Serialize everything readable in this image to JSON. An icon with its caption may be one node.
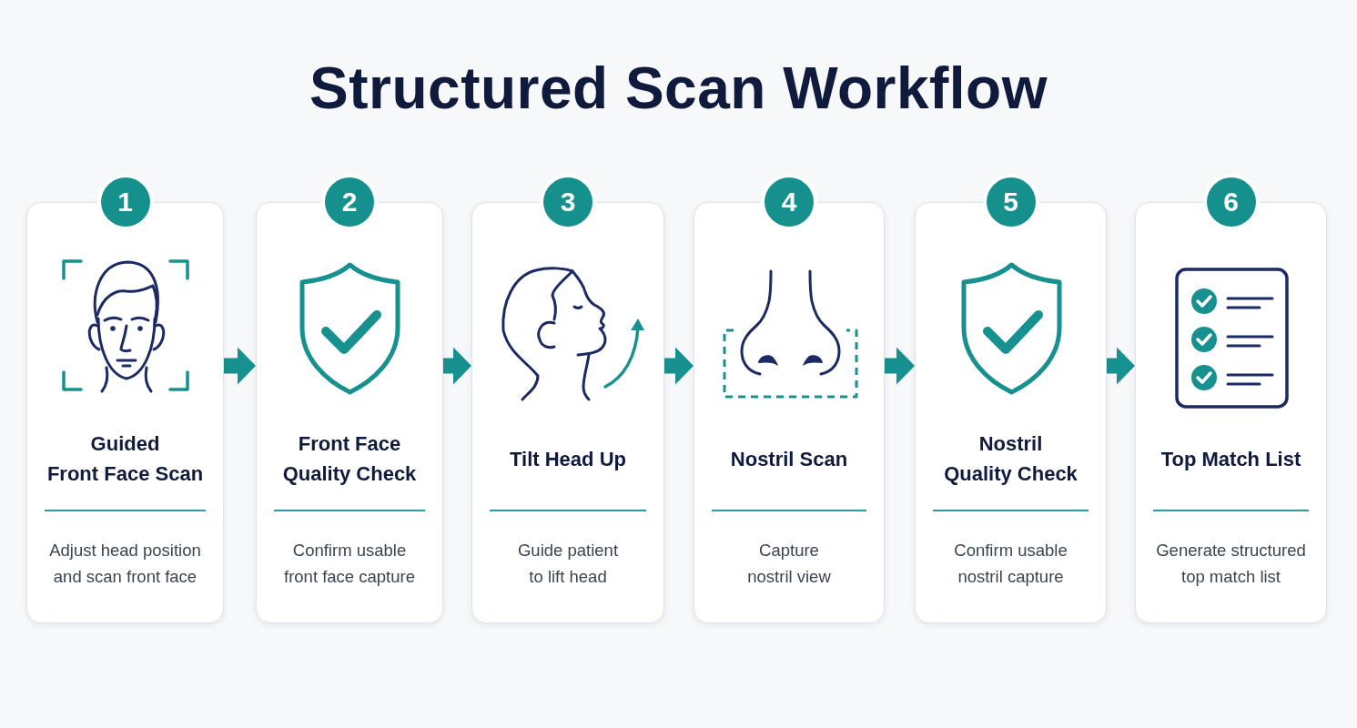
{
  "diagram": {
    "title": "Structured Scan Workflow",
    "nodes": [
      {
        "text": [
          "1"
        ]
      },
      {
        "text": [
          "Guided Front Face Scan",
          "Adjust head position and scan front face"
        ]
      },
      {
        "text": [
          "2"
        ]
      },
      {
        "text": [
          "Front Face Quality Check",
          "Confirm usable front face capture"
        ]
      },
      {
        "text": [
          "3"
        ]
      },
      {
        "text": [
          "Tilt Head Up",
          "Guide patient to lift head"
        ]
      },
      {
        "text": [
          "4"
        ]
      },
      {
        "text": [
          "Nostril Scan",
          "Capture nostril view"
        ]
      },
      {
        "text": [
          "5"
        ]
      },
      {
        "text": [
          "Nostril Quality Check",
          "Confirm usable nostril capture"
        ]
      },
      {
        "text": [
          "6"
        ]
      },
      {
        "text": [
          "Top Match List",
          "Generate structured top match list"
        ]
      }
    ],
    "edges": [
      {
        "from": 1,
        "to": 3,
        "arrow": "to"
      },
      {
        "from": 3,
        "to": 5,
        "arrow": "to"
      },
      {
        "from": 5,
        "to": 7,
        "arrow": "to"
      },
      {
        "from": 7,
        "to": 9,
        "arrow": "to"
      },
      {
        "from": 9,
        "to": 11,
        "arrow": "to"
      }
    ]
  }
}
